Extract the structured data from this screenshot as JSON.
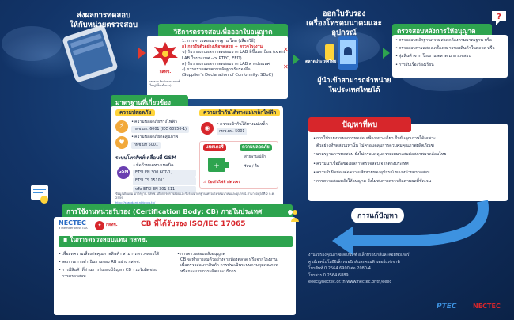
{
  "top_left": {
    "headline_1": "ส่งผลการทดสอบ",
    "headline_2": "ให้กับหน่วยตรวจสอบ"
  },
  "process_box": {
    "title": "วิธีการตรวจสอบเพื่อออกใบอนุญาต",
    "logo_text": "กสทช.",
    "logo_caption": "ผลตรวจ ยืนยันผ่านเกณฑ์ (ใหญ่/เล็ก ต่ำกว่า)",
    "steps": [
      "1. การตรวจสอบมาตรฐาน โดย (เลือกวิธี)",
      "ก) การรับตัวอย่างเพื่อทดสอบ + ตรวจโรงงาน",
      "ข) รับรายงานผลการทดสอบจาก LAB ที่ขึ้นทะเบียน (เฉพาะ LAB ในประเทศ --> PTEC, EED)",
      "ค) รับรายงานผลการทดสอบจาก LAB ต่างประเทศ",
      "ง) การตรวจสอบตามหลักฐานรับรองอื่น",
      "(Supplier's Declaration of Conformity: SDoC)"
    ]
  },
  "top_middle": {
    "headline_1": "ออกใบรับรอง",
    "headline_2": "เครื่องโทรคมนาคมและอุปกรณ์",
    "phone_caption": "ตลาดประเทศไทย",
    "headline_3": "ผู้นำเข้าสามารถจำหน่าย",
    "headline_4": "ในประเทศไทยได้"
  },
  "post_license": {
    "title": "ตรวจสอบหลังการให้อนุญาต",
    "items": [
      "ตรวจสอบหลักฐานความสอดคล้องตามมาตรฐาน หรือ",
      "ตรวจสอบการแสดงเครื่องหมายของสินค้าในตลาด หรือ",
      "สุ่มสินค้าจาก โรงงาน ตลาด มาตรวจสอบ",
      "การรับเรื่องร้องเรียน"
    ]
  },
  "standards": {
    "title": "มาตรฐานที่เกี่ยวข้อง",
    "safety_title": "ความปลอดภัย",
    "safety_items": [
      "ความปลอดภัยทางไฟฟ้า",
      "กทช.มท. 6001 (IEC 60950-1)",
      "ความปลอดภัยต่อสุขภาพ",
      "กทช.มท 5001"
    ],
    "emc_title": "ความเข้ากันได้ทางแม่เหล็กไฟฟ้า",
    "emc_items": [
      "ความเข้ากันได้ทางแม่เหล็ก",
      "กทช.มท. 5001"
    ],
    "gsm_title": "ระบบโทรศัพท์เคลื่อนที่ GSM",
    "gsm_items": [
      "ข้อกำหนดทางเทคนิค",
      "ETSI EN 300 607-1,",
      "ETSI TS 151011",
      "หรือ ETSI EN 301 511"
    ],
    "battery_label": "แบตเตอรี่",
    "battery_safety_label": "ความปลอดภัย",
    "battery_sub": "สายพาน/ปลั๊ก",
    "battery_sub2": "ร้อน / ลื่น",
    "battery_warning": "ป้องกันไฟฟ้าลัดวงจร",
    "footnote": "ข้อมูลเพิ่มเติม มาตรฐาน กสทช. เพื่อการตรวจสอบและรับรองมาตรฐานเครื่องโทรคมนาคมและอุปกรณ์ สามารถดูได้ที่ 2 ก.ค. 2559",
    "footnote_link": "http://standard.nbtc.go.th/"
  },
  "problems": {
    "title": "ปัญหาที่พบ",
    "items": [
      "การใช้รายงานผลการทดสอบเพียงอย่างเดียว ยืนยันคุณภาพได้เฉพาะ",
      "ตัวอย่างที่ทดสอบเท่านั้น ไม่ครอบคลุมการควบคุมคุณภาพผลิตภัณฑ์",
      "มาตรฐานการทดสอบ ยังไม่ครอบคลุมความเหมาะสมต่อสภาพแวดล้อมไทย",
      "ความน่าเชื่อถือของผลการตรวจสอบ จากต่างประเทศ",
      "ความรับผิดชอบต่อความเสียหายของอุปกรณ์ ของหน่วยตรวจสอบ",
      "การตรวจสอบหลังให้อนุญาต ยังไม่พบการตรวจติดตามผลที่ชัดเจน"
    ]
  },
  "solution_label": "การแก้ปัญหา",
  "cb_section": {
    "title": "การใช้งานหน่วยรับรอง (Certification Body: CB) ภายในประเทศ",
    "nectec_logo": "NECTEC",
    "nectec_sub": "a member of NSTDA",
    "nbtc_logo": "กสทช.",
    "cb_heading": "CB ที่ได้รับรอง ISO/IEC 17065",
    "sub_title": "ในการตรวจสอบแทน กสทช.",
    "left_items": [
      "เพื่อลดความเสี่ยงต่อคุณภาพสินค้า สามารถตรวจสอบได้",
      "ลดภาระการดำเนินงานของ RB อย่าง กสทช.",
      "การมีสินค้าที่ผ่านการรับรองมีปัญหา CB ร่วมรับผิดชอบ",
      "การตรวจสอบ"
    ],
    "right_items": [
      "การตรวจสอบหลังอนุญาต",
      "CB จะทำการสุ่มตัวอย่างจากท้องตลาด หรือจากโรงงาน",
      "เพื่อตรวจสอบว่าสินค้า การประเมินระบบควบคุมคุณภาพ",
      "หรือกระบวนการผลิตและบริการ"
    ]
  },
  "contact": {
    "line_1": "งานรับรองคุณภาพผลิตภัณฑ์ อิเล็กทรอนิกส์และคอมพิวเตอร์",
    "line_2": "ศูนย์เทคโนโลยีอิเล็กทรอนิกส์และคอมพิวเตอร์แห่งชาติ",
    "line_3": "โทรศัพท์ 0 2564 6900 ต่อ 2080-4",
    "line_4": "โทรสาร 0 2564 6889",
    "line_5": "eeec@nectec.or.th   www.nectec.or.th/eeec"
  },
  "footer_logos": {
    "ptec": "PTEC",
    "nectec": "NECTEC"
  },
  "colors": {
    "green": "#2ea44f",
    "red": "#d7262b",
    "yellow": "#ffd43a",
    "navy": "#123468",
    "arrow_blue": "#3d92e0"
  }
}
